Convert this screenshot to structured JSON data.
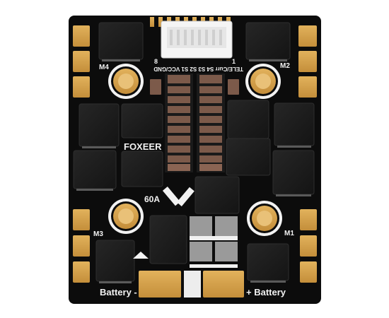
{
  "board": {
    "brand": "FOXEER",
    "rating": "60A",
    "motors": {
      "m1": "M1",
      "m2": "M2",
      "m3": "M3",
      "m4": "M4"
    },
    "battery_neg": "Battery -",
    "battery_pos": "+ Battery",
    "connector_pin_high": "8",
    "connector_pin_low": "1",
    "connector_label": "TELE/Curr S4 S3 S2 S1 VCC/GND"
  },
  "colors": {
    "pcb": "#0c0c0c",
    "gold_pad": "#d6a24b",
    "mosfet": "#1c1c1c",
    "cap_brown": "#7c5a4a",
    "silkscreen": "#f2f2f2",
    "connector": "#f5f5f5"
  }
}
